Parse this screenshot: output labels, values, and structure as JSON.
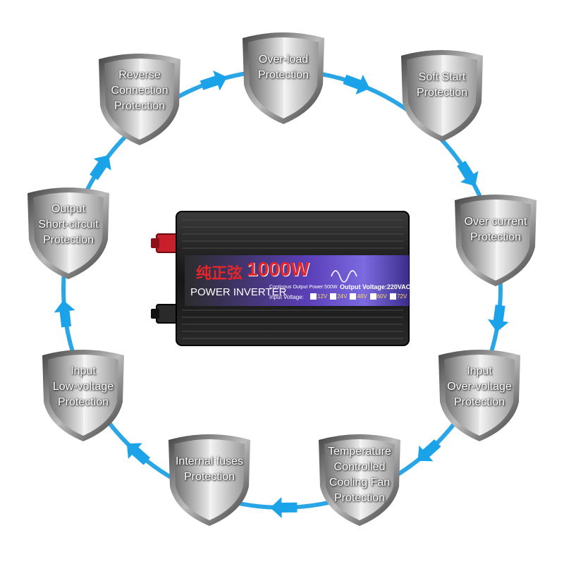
{
  "shields": [
    {
      "id": "overload",
      "lines": [
        "Over-load",
        "Protection"
      ]
    },
    {
      "id": "soft-start",
      "lines": [
        "Soft Start",
        "Protection"
      ]
    },
    {
      "id": "over-current",
      "lines": [
        "Over current",
        "Protection"
      ]
    },
    {
      "id": "input-overvoltage",
      "lines": [
        "Input",
        "Over-voltage",
        "Protection"
      ]
    },
    {
      "id": "temperature-fan",
      "lines": [
        "Temperature",
        "Controlled",
        "Cooling Fan",
        "Protection"
      ]
    },
    {
      "id": "internal-fuses",
      "lines": [
        "Internal fuses",
        "Protection"
      ]
    },
    {
      "id": "input-lowvoltage",
      "lines": [
        "Input",
        "Low-voltage",
        "Protection"
      ]
    },
    {
      "id": "output-short",
      "lines": [
        "Output",
        "Short-circuit",
        "Protection"
      ]
    },
    {
      "id": "reverse-connection",
      "lines": [
        "Reverse",
        "Connection",
        "Protection"
      ]
    }
  ],
  "inverter": {
    "chinese_label": "纯正弦",
    "power": "1000W",
    "title": "POWER INVERTER",
    "continuous_output": "Continous Output Power:500W",
    "output_voltage": "Output Voltage:220VAC",
    "input_voltage_label": "Input Voltage:",
    "voltage_options": [
      "12V",
      "24V",
      "48V",
      "60V",
      "72V"
    ]
  },
  "colors": {
    "arrow": "#1aa3e8",
    "ring": "#2aa5e6",
    "inverter_body": "#1c1c1c",
    "label_band": "#5a3fb8",
    "power_text": "#e3262a",
    "positive_terminal": "#c8202a",
    "negative_terminal": "#222222"
  }
}
